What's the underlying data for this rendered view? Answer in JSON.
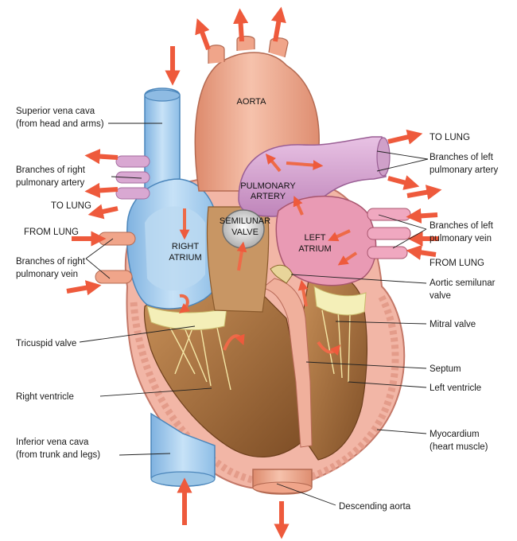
{
  "labels": {
    "superior_vena_cava": [
      "Superior vena cava",
      "(from head and arms)"
    ],
    "branches_right_pulmonary_artery": [
      "Branches of right",
      "pulmonary artery"
    ],
    "to_lung_left_side": "TO LUNG",
    "from_lung_left_side": "FROM LUNG",
    "branches_right_pulmonary_vein": [
      "Branches of right",
      "pulmonary vein"
    ],
    "tricuspid_valve": "Tricuspid valve",
    "right_ventricle": "Right ventricle",
    "inferior_vena_cava": [
      "Inferior vena cava",
      "(from trunk and legs)"
    ],
    "to_lung_right_side": "TO LUNG",
    "branches_left_pulmonary_artery": [
      "Branches of left",
      "pulmonary artery"
    ],
    "branches_left_pulmonary_vein": [
      "Branches of left",
      "pulmonary vein"
    ],
    "from_lung_right_side": "FROM LUNG",
    "aortic_semilunar_valve": [
      "Aortic semilunar",
      "valve"
    ],
    "mitral_valve": "Mitral valve",
    "septum": "Septum",
    "left_ventricle": "Left ventricle",
    "myocardium": [
      "Myocardium",
      "(heart muscle)"
    ],
    "descending_aorta": "Descending aorta"
  },
  "inner_labels": {
    "aorta": "AORTA",
    "pulmonary_artery": [
      "PULMONARY",
      "ARTERY"
    ],
    "semilunar_valve": [
      "SEMILUNAR",
      "VALVE"
    ],
    "right_atrium": [
      "RIGHT",
      "ATRIUM"
    ],
    "left_atrium": [
      "LEFT",
      "ATRIUM"
    ]
  },
  "colors": {
    "vena_cava_blue": "#a9d0f0",
    "right_atrium_blue": "#9cc6e6",
    "aorta_salmon": "#f0a58a",
    "pulmonary_purple": "#d6a6d0",
    "left_atrium_pink": "#e99ab4",
    "myocardium_pink": "#f2b6a6",
    "ventricle_brown": "#a87240",
    "arrow_red": "#ee5a3c"
  }
}
